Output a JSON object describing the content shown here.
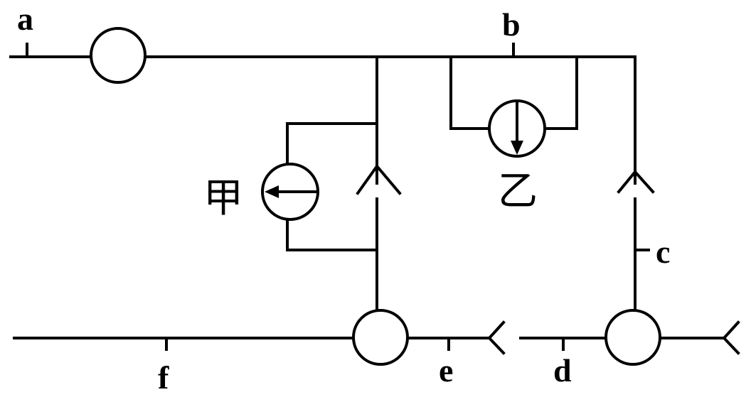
{
  "labels": {
    "a": "a",
    "b": "b",
    "c": "c",
    "d": "d",
    "e": "e",
    "f": "f",
    "jia": "甲",
    "yi": "乙"
  },
  "colors": {
    "line": "#000000",
    "background": "#ffffff"
  },
  "icons": {
    "meter_jia": "circle-with-left-arrow-icon",
    "meter_yi": "circle-with-down-arrow-icon",
    "open_circle": "circle-icon",
    "synapse_arrow": "chevron-arrowhead-icon"
  }
}
